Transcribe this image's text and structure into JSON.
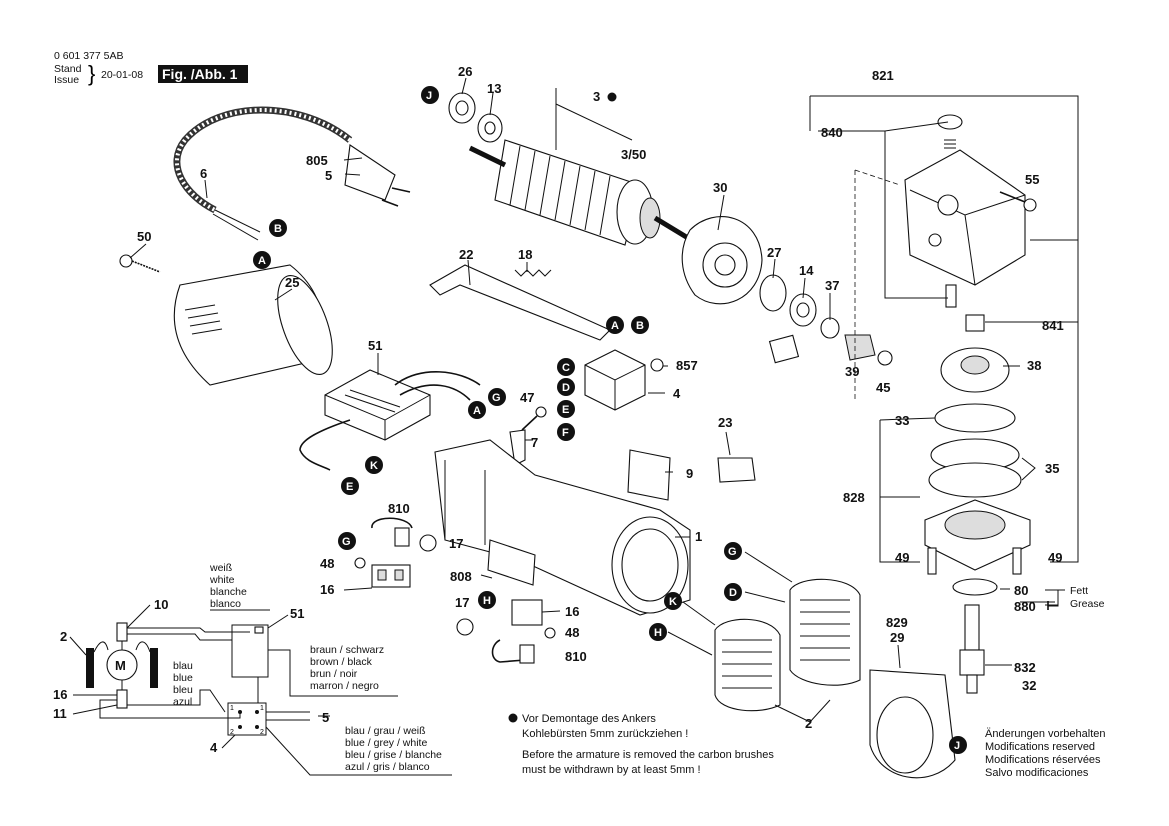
{
  "header": {
    "drawing_number": "0 601 377 5AB",
    "stand": "Stand",
    "issue": "Issue",
    "date": "20-01-08",
    "fig": "Fig. /Abb. 1"
  },
  "part_labels": {
    "p26": "26",
    "p13": "13",
    "p3": "3",
    "p3_50": "3/50",
    "p30": "30",
    "p821": "821",
    "p840": "840",
    "p55": "55",
    "p805": "805",
    "p5a": "5",
    "p6": "6",
    "p50": "50",
    "p25": "25",
    "p22": "22",
    "p18": "18",
    "p27": "27",
    "p14": "14",
    "p37": "37",
    "p841": "841",
    "p857": "857",
    "p4a": "4",
    "p51a": "51",
    "p47": "47",
    "p7": "7",
    "p39": "39",
    "p45": "45",
    "p38": "38",
    "p23": "23",
    "p9": "9",
    "p33": "33",
    "p35": "35",
    "p828": "828",
    "p810a": "810",
    "p1": "1",
    "p17a": "17",
    "p48a": "48",
    "p49a": "49",
    "p49b": "49",
    "p16a": "16",
    "p808": "808",
    "p80": "80",
    "p880": "880",
    "p17b": "17",
    "p16b": "16",
    "p48b": "48",
    "p810b": "810",
    "p829": "829",
    "p29": "29",
    "p832": "832",
    "p32": "32",
    "p2b": "2",
    "p10": "10",
    "p2a": "2",
    "p51b": "51",
    "p16c": "16",
    "p11": "11",
    "p5b": "5",
    "p4b": "4"
  },
  "badges": {
    "J1": "J",
    "B1": "B",
    "A1": "A",
    "A2": "A",
    "B2": "B",
    "C": "C",
    "D1": "D",
    "E1": "E",
    "F": "F",
    "G1": "G",
    "A3": "A",
    "K1": "K",
    "E2": "E",
    "G2": "G",
    "H1": "H",
    "G3": "G",
    "D2": "D",
    "K2": "K",
    "H2": "H",
    "J2": "J"
  },
  "wiring": {
    "weiss": "weiß",
    "white": "white",
    "blanche": "blanche",
    "blanco": "blanco",
    "blau": "blau",
    "blue": "blue",
    "bleu": "bleu",
    "azul": "azul",
    "motor": "M",
    "braun_line": "braun  / schwarz",
    "brown_line": "brown  / black",
    "brun_line": "brun    / noir",
    "marron_line": "marron / negro",
    "grau1": "blau / grau / weiß",
    "grau2": "blue / grey / white",
    "grau3": "bleu / grise / blanche",
    "grau4": "azul / gris  / blanco"
  },
  "grease": {
    "fett": "Fett",
    "grease": "Grease"
  },
  "notes": {
    "de_1": "Vor Demontage des Ankers",
    "de_2": "Kohlebürsten 5mm zurückziehen !",
    "en_1": "Before the armature is removed the carbon brushes",
    "en_2": "must be withdrawn by at least 5mm !"
  },
  "modifications": {
    "de": "Änderungen vorbehalten",
    "en": "Modifications reserved",
    "fr": "Modifications réservées",
    "es": "Salvo modificaciones"
  },
  "colors": {
    "ink": "#111111",
    "badge": "#111111",
    "paper": "#ffffff"
  }
}
